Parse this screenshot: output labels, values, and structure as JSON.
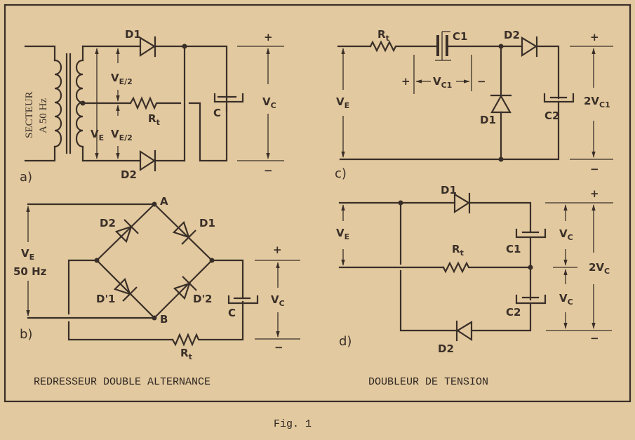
{
  "figure": {
    "caption": "Fig. 1",
    "section_left_title": "REDRESSEUR DOUBLE ALTERNANCE",
    "section_right_title": "DOUBLEUR DE TENSION"
  },
  "panel_a": {
    "tag": "a)",
    "source_line1": "SECTEUR",
    "source_line2": "A 50 Hz",
    "d1": "D1",
    "d2": "D2",
    "ve_half_top": "V",
    "ve_half_top_sub": "E/2",
    "ve_half_bottom": "V",
    "ve_half_bottom_sub": "E/2",
    "ve": "V",
    "ve_sub": "E",
    "rt": "R",
    "rt_sub": "t",
    "cap": "C",
    "vc": "V",
    "vc_sub": "C",
    "plus": "+",
    "minus": "−"
  },
  "panel_b": {
    "tag": "b)",
    "ve": "V",
    "ve_sub": "E",
    "freq": "50 Hz",
    "node_a": "A",
    "node_b": "B",
    "d1": "D1",
    "d2": "D2",
    "d1p": "D'1",
    "d2p": "D'2",
    "cap": "C",
    "rt": "R",
    "rt_sub": "t",
    "vc": "V",
    "vc_sub": "C",
    "plus": "+",
    "minus": "−"
  },
  "panel_c": {
    "tag": "c)",
    "rt": "R",
    "rt_sub": "t",
    "c1": "C1",
    "c2": "C2",
    "d1": "D1",
    "d2": "D2",
    "ve": "V",
    "ve_sub": "E",
    "vc1": "V",
    "vc1_sub": "C1",
    "vc1_plus": "+",
    "vc1_minus": "−",
    "out": "2V",
    "out_sub": "C1",
    "plus": "+",
    "minus": "−"
  },
  "panel_d": {
    "tag": "d)",
    "d1": "D1",
    "d2": "D2",
    "c1": "C1",
    "c2": "C2",
    "rt": "R",
    "rt_sub": "t",
    "ve": "V",
    "ve_sub": "E",
    "vc_top": "V",
    "vc_top_sub": "C",
    "vc_bottom": "V",
    "vc_bottom_sub": "C",
    "out": "2V",
    "out_sub": "C",
    "plus": "+",
    "minus": "−"
  }
}
